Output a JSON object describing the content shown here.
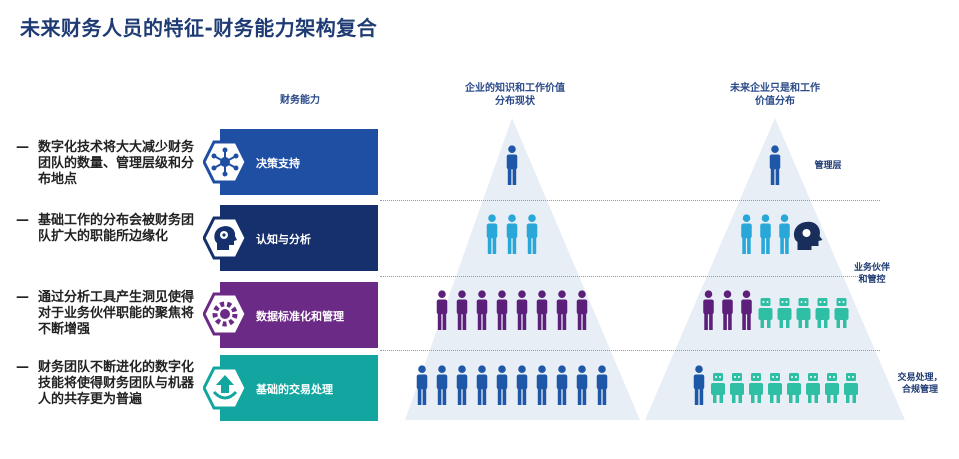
{
  "title": "未来财务人员的特征-财务能力架构复合",
  "headers": {
    "capability": "财务能力",
    "current_line1": "企业的知识和工作价值",
    "current_line2": "分布现状",
    "future_line1": "未来企业只是和工作",
    "future_line2": "价值分布"
  },
  "rows": [
    {
      "bullet": "数字化技术将大大减少财务团队的数量、管理层级和分布地点",
      "label": "决策支持",
      "color": "#1f4fa3",
      "icon": "network-hub-icon"
    },
    {
      "bullet": "基础工作的分布会被财务团队扩大的职能所边缘化",
      "label": "认知与分析",
      "color": "#16306e",
      "icon": "head-gears-icon"
    },
    {
      "bullet": "通过分析工具产生洞见使得对于业务伙伴职能的聚焦将不断增强",
      "label": "数据标准化和管理",
      "color": "#6b2a86",
      "icon": "data-gear-icon"
    },
    {
      "bullet": "财务团队不断进化的数字化技能将使得财务团队与机器人的共存更为普遍",
      "label": "基础的交易处理",
      "color": "#13a6a0",
      "icon": "upload-arrow-icon"
    }
  ],
  "side_labels": {
    "management": "管理层",
    "partner_line1": "业务伙伴",
    "partner_line2": "和管控",
    "transaction_line1": "交易处理，",
    "transaction_line2": "合规管理"
  },
  "colors": {
    "title": "#1f3b73",
    "person_blue": "#1f57a8",
    "person_cyan": "#2aa7d9",
    "person_purple": "#5c1f7a",
    "robot_teal": "#2fbfa4",
    "pyramid": "#e8eef6"
  },
  "pyramids": {
    "current_counts": [
      1,
      3,
      8,
      10
    ],
    "future": [
      {
        "people": 1,
        "robots": 0,
        "brain": false
      },
      {
        "people": 3,
        "robots": 0,
        "brain": true
      },
      {
        "people": 3,
        "robots": 5,
        "brain": false
      },
      {
        "people": 1,
        "robots": 8,
        "brain": false
      }
    ]
  }
}
